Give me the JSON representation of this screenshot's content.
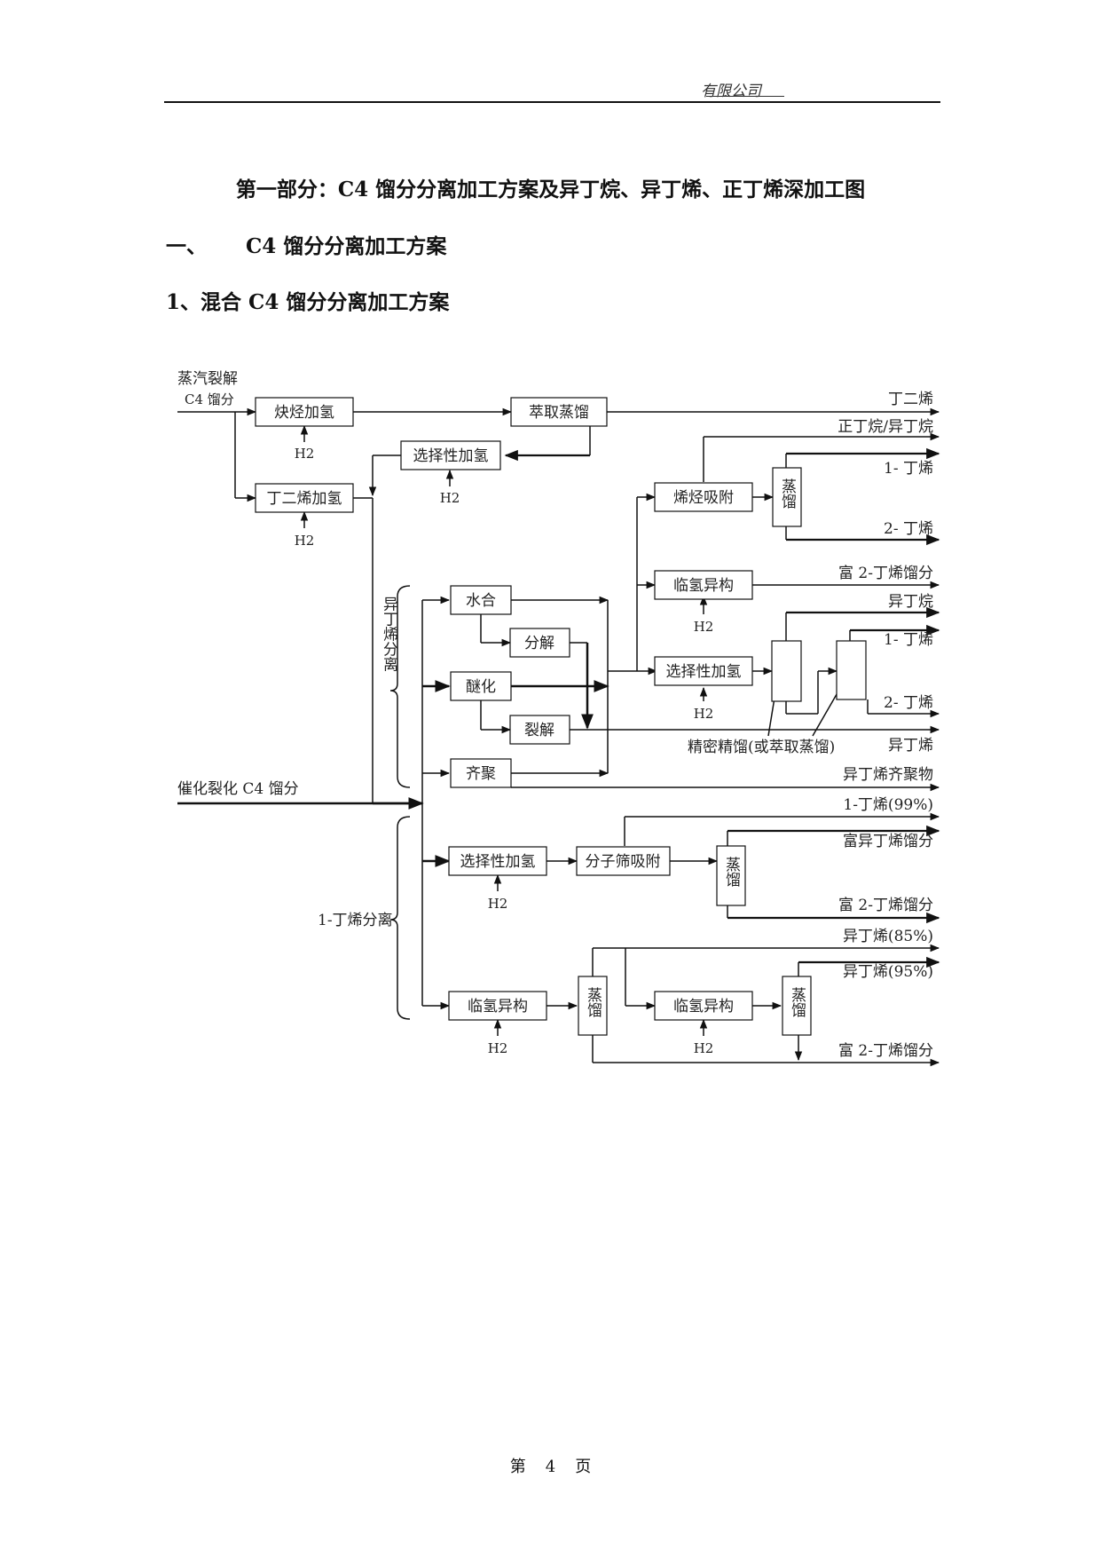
{
  "header": {
    "company": "有限公司"
  },
  "title": "第一部分：C4 馏分分离加工方案及异丁烷、异丁烯、正丁烯深加工图",
  "section": {
    "number": "一、",
    "text": "C4 馏分分离加工方案"
  },
  "subsection": "1、混合 C4 馏分分离加工方案",
  "diagram": {
    "inputs": {
      "steam_cracking_1": "蒸汽裂解",
      "steam_cracking_2": "C4 馏分",
      "catalytic_cracking": "催化裂化 C4 馏分"
    },
    "boxes": {
      "alkyne_hydrogenation": "炔烃加氢",
      "extractive_distillation": "萃取蒸馏",
      "selective_hydrogenation_top": "选择性加氢",
      "butadiene_hydrogenation": "丁二烯加氢",
      "olefin_adsorption": "烯烃吸附",
      "distill_1": "蒸馏",
      "hydroisomerization_1": "临氢异构",
      "hydration": "水合",
      "decomposition": "分解",
      "etherification": "醚化",
      "cracking": "裂解",
      "selective_hydrogenation_mid": "选择性加氢",
      "oligomerization": "齐聚",
      "selective_hydrogenation_low": "选择性加氢",
      "molecular_sieve": "分子筛吸附",
      "distill_2": "蒸馏",
      "hydroisomerization_2": "临氢异构",
      "distill_3": "蒸馏",
      "hydroisomerization_3": "临氢异构",
      "distill_4": "蒸馏"
    },
    "h2_label": "H2",
    "group_labels": {
      "isobutene_separation": "异丁烯分离",
      "butene1_separation": "1-丁烯分离",
      "precision_distillation": "精密精馏(或萃取蒸馏)"
    },
    "outputs": {
      "butadiene": "丁二烯",
      "n_iso_butane": "正丁烷/异丁烷",
      "butene1_a": "1- 丁烯",
      "butene2_a": "2- 丁烯",
      "rich_butene2_a": "富 2-丁烯馏分",
      "isobutane": "异丁烷",
      "butene1_b": "1- 丁烯",
      "butene2_b": "2- 丁烯",
      "isobutene_a": "异丁烯",
      "isobutene_oligomer": "异丁烯齐聚物",
      "butene1_99": "1-丁烯(99%)",
      "rich_isobutene": "富异丁烯馏分",
      "rich_butene2_b": "富 2-丁烯馏分",
      "isobutene_85": "异丁烯(85%)",
      "isobutene_95": "异丁烯(95%)",
      "rich_butene2_c": "富 2-丁烯馏分"
    }
  },
  "footer": {
    "prefix": "第",
    "page": "4",
    "suffix": "页"
  }
}
